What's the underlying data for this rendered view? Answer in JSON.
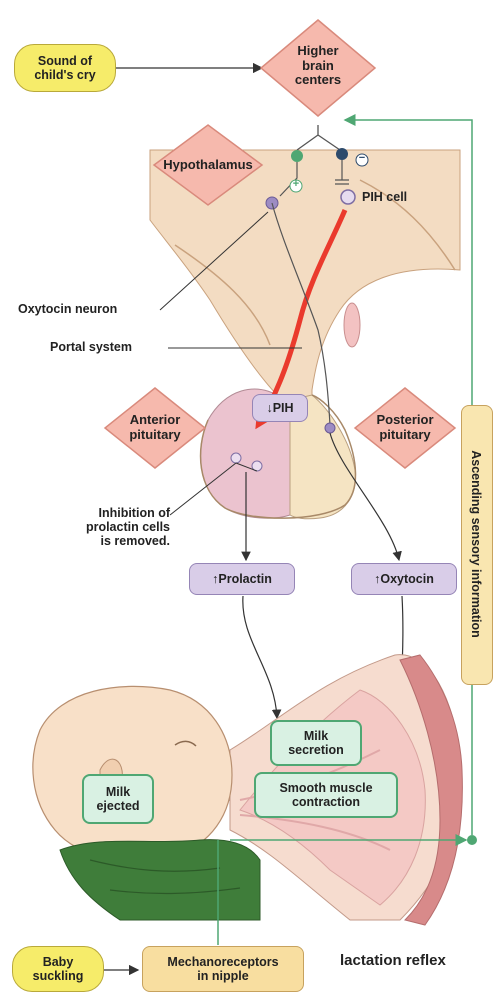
{
  "diagram": {
    "title": "lactation reflex",
    "inputs": {
      "cry": "Sound of\nchild's cry",
      "suckling": "Baby\nsuckling",
      "mechanoreceptors": "Mechanoreceptors\nin nipple"
    },
    "diamonds": {
      "higher_brain": "Higher\nbrain\ncenters",
      "hypothalamus": "Hypothalamus",
      "anterior_pituitary": "Anterior\npituitary",
      "posterior_pituitary": "Posterior\npituitary"
    },
    "labels": {
      "pih_cell": "PIH cell",
      "oxytocin_neuron": "Oxytocin neuron",
      "portal_system": "Portal system",
      "inhibition": "Inhibition of\nprolactin cells\nis removed.",
      "pih": "↓PIH",
      "plus_sign": "+",
      "minus_sign": "−"
    },
    "hormones": {
      "prolactin": "↑Prolactin",
      "oxytocin": "↑Oxytocin"
    },
    "effects": {
      "milk_secretion": "Milk\nsecretion",
      "smooth_muscle": "Smooth muscle\ncontraction",
      "milk_ejected": "Milk\nejected"
    },
    "side_label": "Ascending sensory information"
  },
  "colors": {
    "diamond_fill": "#f6b9ad",
    "diamond_stroke": "#d98a7c",
    "pathway_green": "#4fa773",
    "pih_red": "#ea3a2d",
    "brain_tissue": "#f3dcc2",
    "anterior_tissue": "#ebc3cf",
    "posterior_tissue": "#f5e4c3"
  }
}
